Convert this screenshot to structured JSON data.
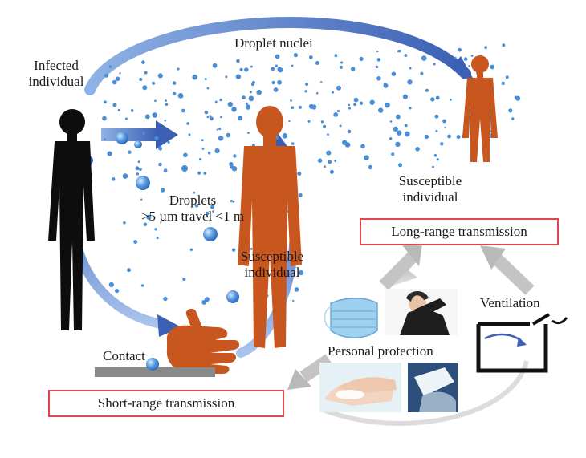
{
  "labels": {
    "infected_line1": "Infected",
    "infected_line2": "individual",
    "droplet_nuclei": "Droplet nuclei",
    "droplets_line1": "Droplets",
    "droplets_line2": ">5 µm travel <1 m",
    "susceptible_near_line1": "Susceptible",
    "susceptible_near_line2": "individual",
    "susceptible_far_line1": "Susceptible",
    "susceptible_far_line2": "individual",
    "contact": "Contact",
    "personal_protection": "Personal protection",
    "ventilation": "Ventilation"
  },
  "boxes": {
    "long_range": "Long-range transmission",
    "short_range": "Short-range transmission"
  },
  "colors": {
    "infected": "#0d0d0d",
    "susceptible": "#c8561f",
    "arrow_blue": "#3d63b8",
    "droplet": "#4a8fd6",
    "box_border": "#e0454a",
    "grey_arrow": "#b9b9b9"
  },
  "icons": {
    "mask": "surgical-mask-icon",
    "cough": "cough-into-elbow-icon",
    "handwash": "handwashing-icon",
    "wipe": "surface-wipe-icon",
    "vent": "window-ventilation-icon"
  }
}
